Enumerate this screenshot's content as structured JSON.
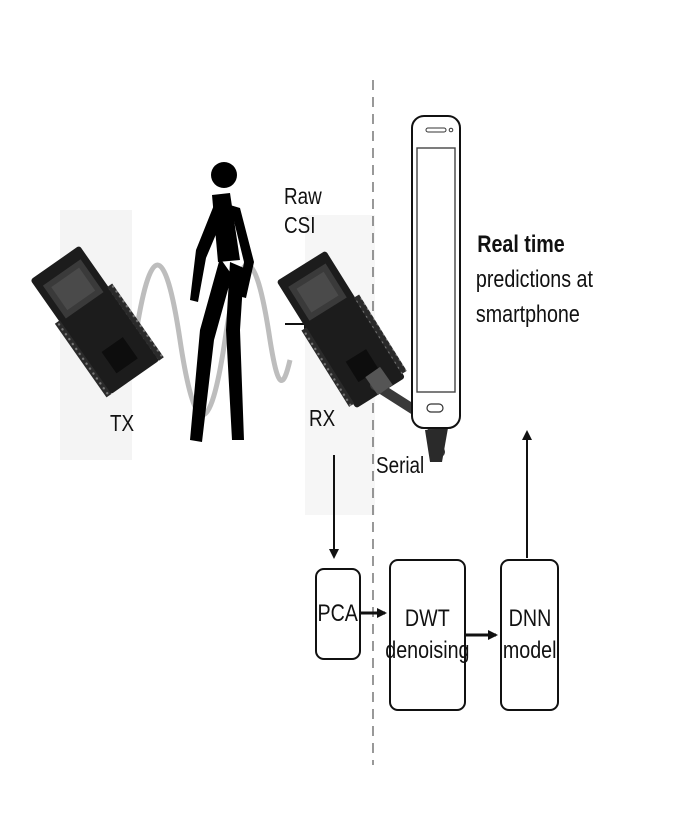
{
  "labels": {
    "tx": "TX",
    "rx": "RX",
    "raw_csi_line1": "Raw",
    "raw_csi_line2": "CSI",
    "serial": "Serial"
  },
  "phone_text": {
    "line1": "Real time",
    "line2": "predictions at",
    "line3": "smartphone"
  },
  "pipeline": {
    "pca": "PCA",
    "dwt_line1": "DWT",
    "dwt_line2": "denoising",
    "dnn_line1": "DNN",
    "dnn_line2": "model"
  },
  "colors": {
    "board": "#1c1c1c",
    "wave": "#b9b9b9",
    "stroke": "#111111"
  }
}
